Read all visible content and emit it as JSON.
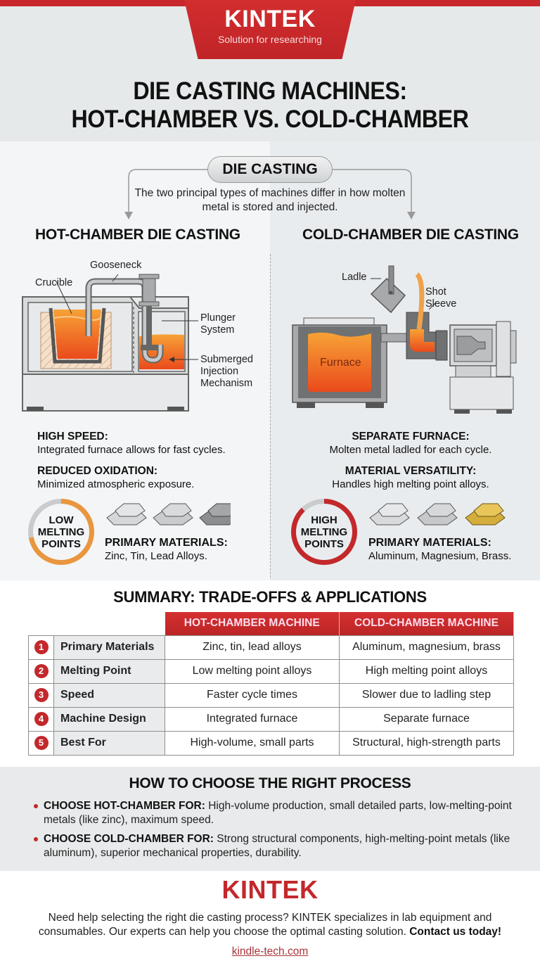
{
  "header": {
    "brand": "KINTEK",
    "tagline": "Solution for researching",
    "title_line1": "DIE CASTING MACHINES:",
    "title_line2": "HOT-CHAMBER VS. COLD-CHAMBER"
  },
  "intro": {
    "pill": "DIE CASTING",
    "text": "The two principal types of machines differ in how molten metal is stored and injected."
  },
  "hot": {
    "title": "HOT-CHAMBER DIE CASTING",
    "labels": {
      "crucible": "Crucible",
      "gooseneck": "Gooseneck",
      "plunger_1": "Plunger",
      "plunger_2": "System",
      "submerged_1": "Submerged",
      "submerged_2": "Injection",
      "submerged_3": "Mechanism"
    },
    "features": [
      {
        "heading": "HIGH SPEED:",
        "text": "Integrated furnace allows for fast cycles."
      },
      {
        "heading": "REDUCED OXIDATION:",
        "text": "Minimized atmospheric exposure."
      }
    ],
    "badge": [
      "LOW",
      "MELTING",
      "POINTS"
    ],
    "materials_heading": "PRIMARY MATERIALS:",
    "materials": "Zinc, Tin, Lead Alloys."
  },
  "cold": {
    "title": "COLD-CHAMBER DIE CASTING",
    "labels": {
      "ladle": "Ladle",
      "shot_1": "Shot",
      "shot_2": "Sleeve",
      "furnace": "Furnace"
    },
    "features": [
      {
        "heading": "SEPARATE FURNACE:",
        "text": "Molten metal ladled for each cycle."
      },
      {
        "heading": "MATERIAL VERSATILITY:",
        "text": "Handles high melting point alloys."
      }
    ],
    "badge": [
      "HIGH",
      "MELTING",
      "POINTS"
    ],
    "materials_heading": "PRIMARY MATERIALS:",
    "materials": "Aluminum, Magnesium, Brass."
  },
  "summary": {
    "title": "SUMMARY: TRADE-OFFS & APPLICATIONS",
    "columns": [
      "HOT-CHAMBER MACHINE",
      "COLD-CHAMBER MACHINE"
    ],
    "rows": [
      {
        "num": "1",
        "label": "Primary Materials",
        "hot": "Zinc, tin, lead alloys",
        "cold": "Aluminum, magnesium, brass"
      },
      {
        "num": "2",
        "label": "Melting Point",
        "hot": "Low melting point alloys",
        "cold": "High melting point alloys"
      },
      {
        "num": "3",
        "label": "Speed",
        "hot": "Faster cycle times",
        "cold": "Slower due to ladling step"
      },
      {
        "num": "4",
        "label": "Machine Design",
        "hot": "Integrated furnace",
        "cold": "Separate furnace"
      },
      {
        "num": "5",
        "label": "Best For",
        "hot": "High-volume, small parts",
        "cold": "Structural, high-strength parts"
      }
    ]
  },
  "choose": {
    "title": "HOW TO CHOOSE THE RIGHT PROCESS",
    "items": [
      {
        "heading": "CHOOSE HOT-CHAMBER FOR:",
        "text": " High-volume production, small detailed parts, low-melting-point metals (like zinc), maximum speed."
      },
      {
        "heading": "CHOOSE COLD-CHAMBER FOR:",
        "text": " Strong structural components, high-melting-point metals (like aluminum), superior mechanical properties, durability."
      }
    ]
  },
  "footer": {
    "brand": "KINTEK",
    "text": "Need help selecting the right die casting process? KINTEK specializes in lab equipment and consumables. Our experts can help you choose the optimal casting solution. ",
    "cta": "Contact us today!",
    "link": "kindle-tech.com"
  },
  "colors": {
    "brand_red": "#c8282b",
    "molten_orange": "#f07a2a",
    "low_ring": "#e9963f",
    "high_ring": "#c3282b",
    "gold_bar": "#d4ad3c"
  }
}
